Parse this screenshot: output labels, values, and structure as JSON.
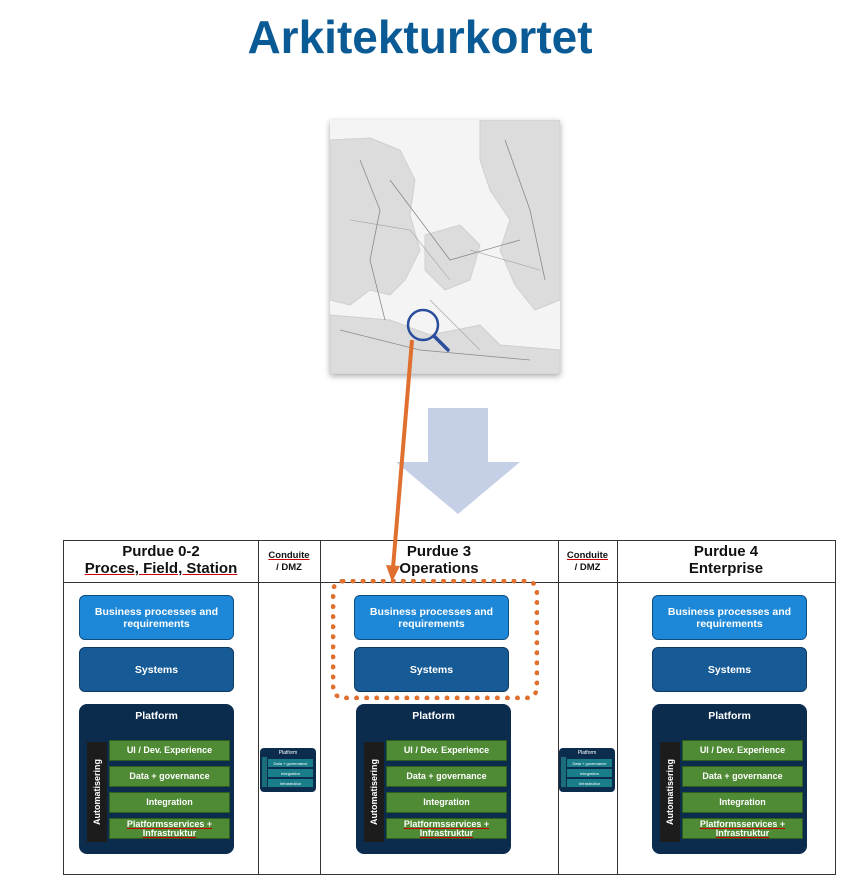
{
  "title": "Arkitekturkortet",
  "colors": {
    "title": "#0a5a96",
    "business": "#1e88d8",
    "systems": "#175b96",
    "platform": "#0c2c4e",
    "green": "#4f8a35",
    "highlight": "#e07030",
    "arrow": "#c5d0e6"
  },
  "icons": {
    "magnifier": "magnifier-icon",
    "down_arrow": "down-arrow-icon"
  },
  "columns": {
    "purdue02": {
      "title_line1": "Purdue 0-2",
      "title_line2": "Proces, Field, Station"
    },
    "conduite1": {
      "title_line1": "Conduite",
      "title_line2": "/ DMZ"
    },
    "purdue3": {
      "title_line1": "Purdue 3",
      "title_line2": "Operations"
    },
    "conduite2": {
      "title_line1": "Conduite",
      "title_line2": "/ DMZ"
    },
    "purdue4": {
      "title_line1": "Purdue 4",
      "title_line2": "Enterprise"
    }
  },
  "stack": {
    "business": "Business processes and requirements",
    "systems": "Systems",
    "platform": "Platform",
    "automation": "Automatisering",
    "items": [
      "UI / Dev. Experience",
      "Data + governance",
      "Integration",
      "Platformsservices + Infrastruktur"
    ]
  },
  "mini_platform": {
    "title": "Platform",
    "items": [
      "Data + governance",
      "Integration",
      "Infrastruktur"
    ]
  }
}
